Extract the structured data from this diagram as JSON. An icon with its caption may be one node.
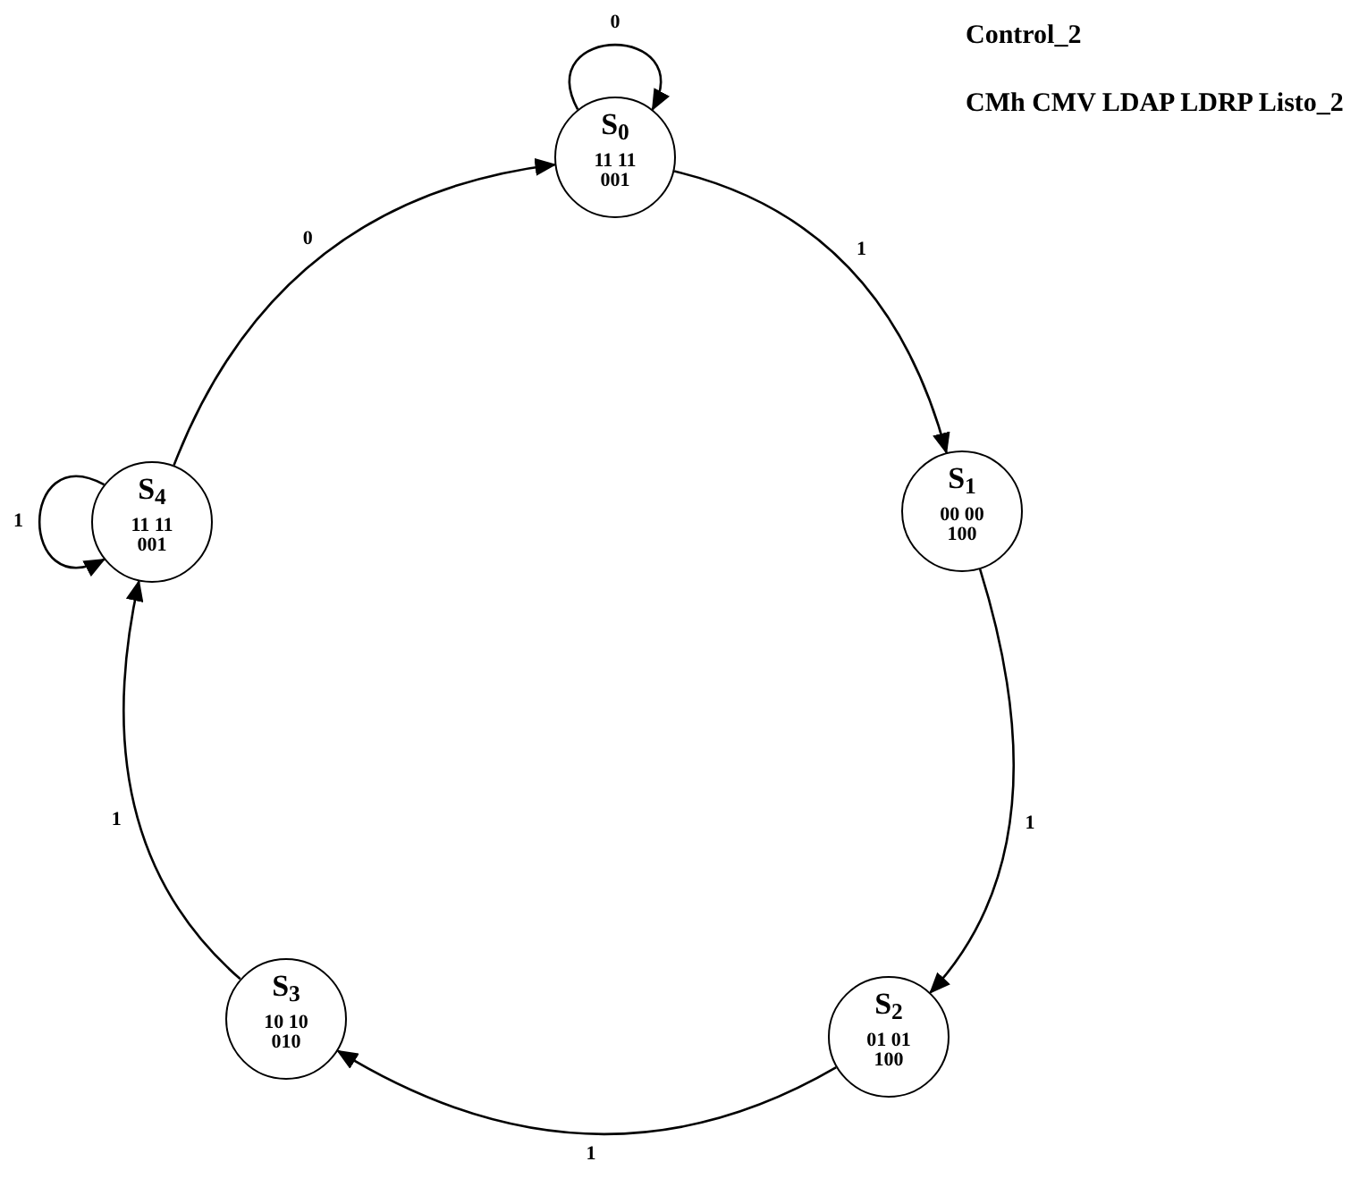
{
  "diagram": {
    "title": "Control_2",
    "nodes": [
      {
        "text": [
          "S$_{0}$",
          "11 11",
          "001"
        ]
      },
      {
        "text": [
          "S$_{1}$",
          "00 00",
          "100"
        ]
      },
      {
        "text": [
          "S$_{2}$",
          "01 01",
          "100"
        ]
      },
      {
        "text": [
          "S$_{3}$",
          "10 10",
          "010"
        ]
      },
      {
        "text": [
          "S$_{4}$",
          "11 11",
          "001"
        ]
      }
    ],
    "edges": [
      {
        "from": 0,
        "to": 0,
        "arrow": "to",
        "label": "0"
      },
      {
        "from": 0,
        "to": 1,
        "arrow": "to",
        "label": "1"
      },
      {
        "from": 1,
        "to": 2,
        "arrow": "to",
        "label": "1"
      },
      {
        "from": 2,
        "to": 3,
        "arrow": "to",
        "label": "1"
      },
      {
        "from": 3,
        "to": 4,
        "arrow": "to",
        "label": "1"
      },
      {
        "from": 4,
        "to": 4,
        "arrow": "to",
        "label": "1"
      },
      {
        "from": 4,
        "to": 0,
        "arrow": "to",
        "label": "0"
      }
    ],
    "labels": [
      "CMh CMV LDAP LDRP Listo_2"
    ]
  }
}
